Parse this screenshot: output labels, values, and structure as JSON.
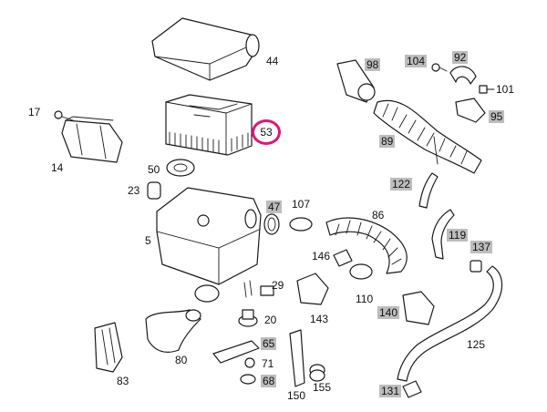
{
  "highlight_color": "#e0157a",
  "label_bg": "#bdbdbd",
  "labels": {
    "p44": "44",
    "p98": "98",
    "p104": "104",
    "p92": "92",
    "p101": "101",
    "p95": "95",
    "p17": "17",
    "p14": "14",
    "p53": "53",
    "p89": "89",
    "p50": "50",
    "p23": "23",
    "p122": "122",
    "p47": "47",
    "p107": "107",
    "p86": "86",
    "p5": "5",
    "p119": "119",
    "p137": "137",
    "p146": "146",
    "p29": "29",
    "p110": "110",
    "p143": "143",
    "p140": "140",
    "p125": "125",
    "p80": "80",
    "p20": "20",
    "p65": "65",
    "p71": "71",
    "p68": "68",
    "p83": "83",
    "p150": "150",
    "p155": "155",
    "p131": "131"
  }
}
